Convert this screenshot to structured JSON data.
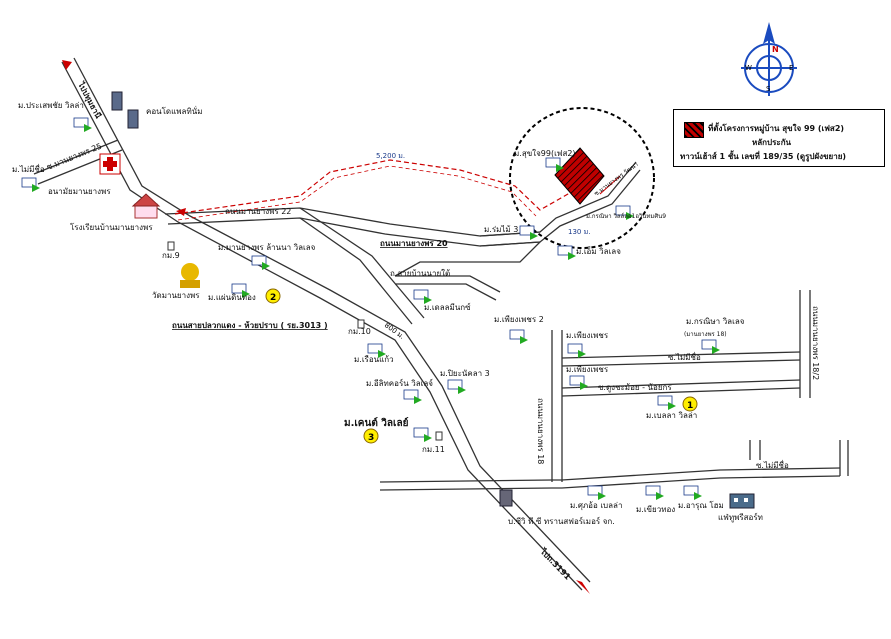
{
  "legend": {
    "line1": "ที่ตั้งโครงการหมู่บ้าน สุขใจ 99 (เฟส2)",
    "line2": "หลักประกัน",
    "line3": "ทาวน์เฮ้าส์ 1 ชั้น เลขที่ 189/35 (ดูรูปผังขยาย)"
  },
  "compass": {
    "n": "N",
    "s": "S",
    "e": "E",
    "w": "W"
  },
  "roads": {
    "to_pathum": "ไปปทุมธานี",
    "mai_yang_25": "ซ.มานยางพร 25",
    "mai_yang_22": "ถนนมานยางพร 22",
    "mai_yang_20": "ถนนมานยางพร 20",
    "sai_ban_lai": "ถ.สายบ้านนายใต้",
    "main_road": "ถนนสายปลวกแดง - ห้วยปราบ ( รย.3013 )",
    "mai_yang_18": "ถนนมานยางพร 18",
    "mai_yang_18_2": "ถนนมานยางพร 18/2",
    "soi_mai_mi_chue": "ซ.ไม่มีชื่อ",
    "soi_duang": "ซ.ดูงชะม้อย - น้อยกร",
    "soi_mai_mi_chue_2": "ซ.ไม่มีชื่อ",
    "to_3191": "ไปถ.3191",
    "dist_5200": "5,200 ม.",
    "dist_130": "130 ม.",
    "dist_800": "800 ม.",
    "klong_wattana": "ซ.มานยางพร วัฒนา"
  },
  "places": {
    "prasobchai": "ม.ประเสพชัย วิลล่า",
    "condo": "คอนโดแพลทินั่ม",
    "mai_mi_chue": "ม.ไม่มีชื่อ",
    "health": "อนามัยมานยางพร",
    "school": "โรงเรียนบ้านมานยางพร",
    "km9": "กม.9",
    "temple": "วัดมานยางพร",
    "mai_yang_lanna": "ม.มานยางพร ล้านนา วิลเลจ",
    "phaendin_thong": "ม.แผ่นดินทอง",
    "badge2": "2",
    "km10": "กม.10",
    "ruan_kaew": "ม.เรือนแก้ว",
    "ilac": "ม.อีลิทคอร์น วิลเลจ์",
    "pia_nakara": "ม.ปิยะนัคลา 3",
    "kent": "ม.เคนต์ วิลเลย์",
    "badge3": "3",
    "km11": "กม.11",
    "suk_jai": "ม.สุขใจ99(เฟส2)",
    "rom_mai": "ม.ร่มไม้ 3",
    "kritsana": "ม.กรณิษา วิลล์ลอ1อวินทมศิน9",
    "yem": "ม.เอ็ม วิลเลจ",
    "dell": "ม.เดลลมีนกซ์",
    "phueang_2": "ม.เพียงเพชร 2",
    "phueang": "ม.เพียงเพชร",
    "phueang_b": "ม.เพียงเพชร",
    "kritsana_v": "ม.กรณิษา วิลเลจ",
    "kritsana_v_sub": "(มานยางพร 18)",
    "bella": "ม.เบลลา วิลล่า",
    "badge1": "1",
    "sukhon": "ม.ศุภอ้อ เบลล่า",
    "khiao": "ม.เขียวทอง",
    "arun": "ม.อารุณ โฮม",
    "factory": "แฟ่ทูพรีสอร์ท",
    "cw": "บ.ซีวิ ที ซี ทรานสฟอร์เมอร์ จก."
  },
  "colors": {
    "road": "#333333",
    "route": "#cc0000",
    "project_fill": "#c00000",
    "badge": "#ffee00",
    "house_arrow": "#22aa22",
    "compass": "#1a4bbf"
  }
}
